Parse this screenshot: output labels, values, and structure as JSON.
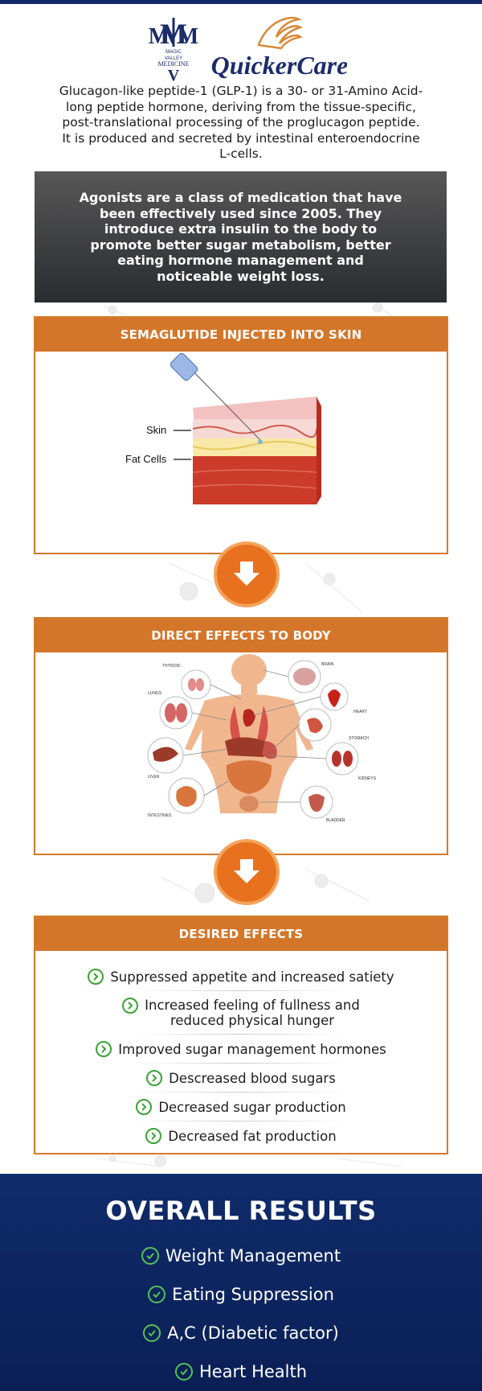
{
  "logos": {
    "mvm_text_top": "MAGIC",
    "mvm_text_mid": "VALLEY",
    "mvm_text_bottom": "MEDICINE",
    "qc_text": "QuickerCare"
  },
  "intro_text": "Glucagon-like peptide-1 (GLP-1) is a 30- or 31-Amino Acid-long peptide hormone, deriving from the tissue-specific, post-translational processing of the proglucagon peptide. It is produced and secreted by intestinal enteroendocrine L-cells.",
  "agonist_text": "Agonists are a class of medication that have been effectively used since 2005. They introduce extra insulin to the body to promote better sugar metabolism, better eating hormone management and noticeable weight loss.",
  "skin_section": {
    "title": "SEMAGLUTIDE INJECTED INTO SKIN",
    "label_skin": "Skin",
    "label_fat": "Fat Cells"
  },
  "body_section": {
    "title": "DIRECT EFFECTS TO BODY",
    "organs": {
      "thyroid": "THYROID",
      "brain": "BRAIN",
      "lungs": "LUNGS",
      "heart": "HEART",
      "stomach": "STOMACH",
      "liver": "LIVER",
      "kidneys": "KIDNEYS",
      "intestines": "INTESTINES",
      "bladder": "BLADDER"
    }
  },
  "effects_section": {
    "title": "DESIRED EFFECTS",
    "items": [
      "Suppressed appetite and increased satiety",
      "Increased feeling of fullness and",
      "reduced physical hunger",
      "Improved sugar management hormones",
      "Descreased blood sugars",
      "Decreased sugar production",
      "Decreased fat production"
    ]
  },
  "results": {
    "title": "OVERALL RESULTS",
    "items": [
      "Weight Management",
      "Eating Suppression",
      "A,C (Diabetic factor)",
      "Heart Health"
    ]
  },
  "colors": {
    "navy": "#13286a",
    "orange": "#d4762a",
    "arrow_orange": "#e8711f",
    "check_green": "#3aa335"
  }
}
